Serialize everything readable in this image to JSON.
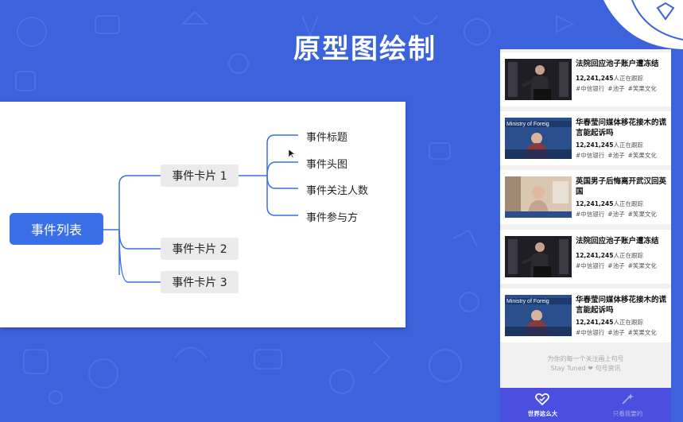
{
  "slide": {
    "title": "原型图绘制"
  },
  "mindmap": {
    "root": "事件列表",
    "cards": [
      "事件卡片 1",
      "事件卡片 2",
      "事件卡片 3"
    ],
    "leaves": [
      "事件标题",
      "事件头图",
      "事件关注人数",
      "事件参与方"
    ]
  },
  "colors": {
    "background": "#3d63dc",
    "accent": "#3b6fe8",
    "tabbar": "#4a4fe0"
  },
  "feed": {
    "cards": [
      {
        "title": "法院回应池子账户遭冻结",
        "count": "12,241,245",
        "followers_suffix": "人正在跟踪",
        "tags": [
          "#中信银行",
          "#池子",
          "#笑果文化"
        ],
        "thumb": "speaker"
      },
      {
        "title": "华春莹问媒体移花接木的谎言能起诉吗",
        "count": "12,241,245",
        "followers_suffix": "人正在跟踪",
        "tags": [
          "#中信银行",
          "#池子",
          "#笑果文化"
        ],
        "thumb": "ministry",
        "thumb_text": "Ministry of Foreig"
      },
      {
        "title": "英国男子后悔离开武汉回英国",
        "count": "12,241,245",
        "followers_suffix": "人正在跟踪",
        "tags": [
          "#中信银行",
          "#池子",
          "#笑果文化"
        ],
        "thumb": "man"
      },
      {
        "title": "法院回应池子账户遭冻结",
        "count": "12,241,245",
        "followers_suffix": "人正在跟踪",
        "tags": [
          "#中信银行",
          "#池子",
          "#笑果文化"
        ],
        "thumb": "speaker"
      },
      {
        "title": "华春莹问媒体移花接木的谎言能起诉吗",
        "count": "12,241,245",
        "followers_suffix": "人正在跟踪",
        "tags": [
          "#中信银行",
          "#池子",
          "#笑果文化"
        ],
        "thumb": "ministry",
        "thumb_text": "Ministry of Foreig"
      }
    ],
    "footer_line1": "为你的每一个关注画上句号",
    "footer_line2": "Stay Tuned ❤ 句号资讯"
  },
  "tabbar": {
    "tabs": [
      {
        "label": "世界这么大",
        "icon": "heart-icon",
        "active": true
      },
      {
        "label": "只看我要的",
        "icon": "sparkle-icon",
        "active": false
      }
    ]
  }
}
